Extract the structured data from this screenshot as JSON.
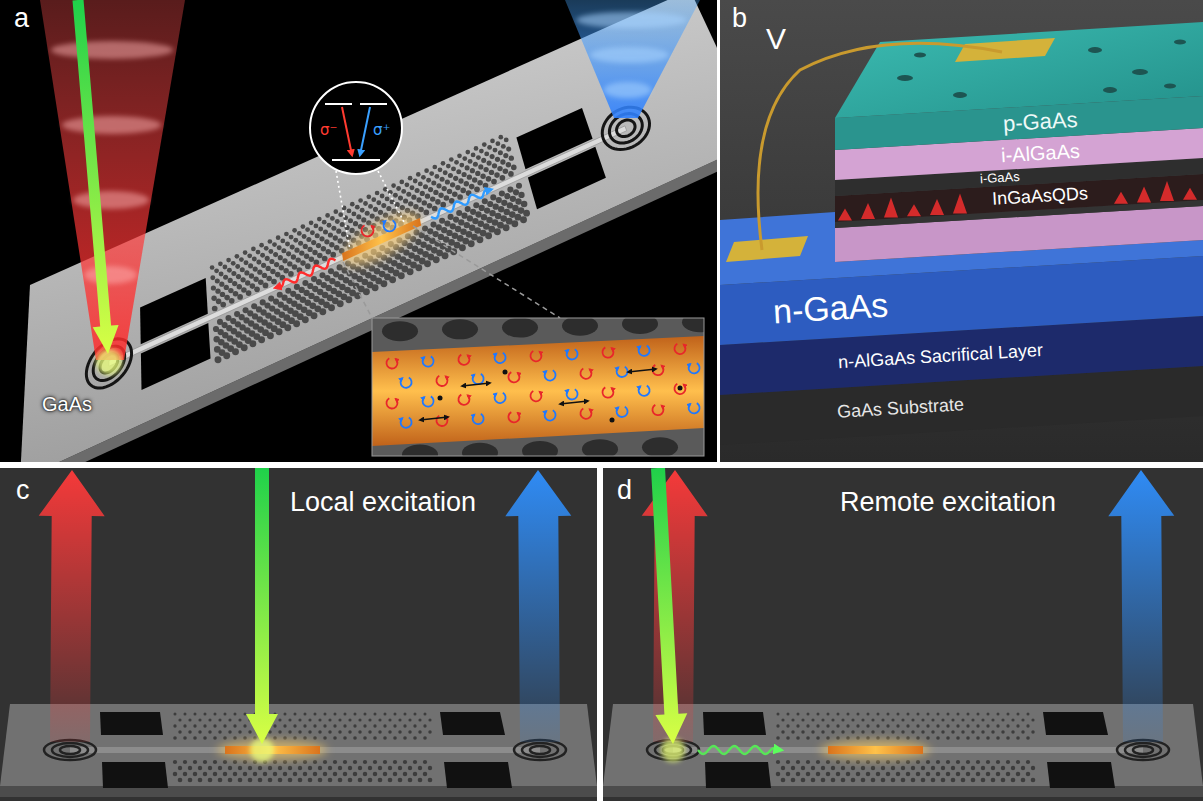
{
  "diagram": {
    "nodes": [
      {
        "text": [
          "a"
        ]
      },
      {
        "text": [
          "b"
        ]
      },
      {
        "text": [
          "p-GaAs"
        ],
        "in": 1
      },
      {
        "text": [
          "i-AlGaAs"
        ],
        "in": 1
      },
      {
        "text": [
          "i-GaAs"
        ],
        "in": 1
      },
      {
        "text": [
          "InGaAsQDs"
        ],
        "in": 1
      },
      {
        "text": [
          "n-GaAs"
        ],
        "in": 1
      },
      {
        "text": [
          "n-AlGaAs Sacrifical Layer"
        ],
        "in": 1
      },
      {
        "text": [
          "GaAs Substrate"
        ],
        "in": 1
      },
      {
        "text": [
          "c",
          "Local excitation"
        ]
      },
      {
        "text": [
          "d",
          "Remote excitation"
        ]
      }
    ],
    "labels": [
      "GaAs",
      "σ⁻",
      "σ⁺",
      "V"
    ]
  }
}
